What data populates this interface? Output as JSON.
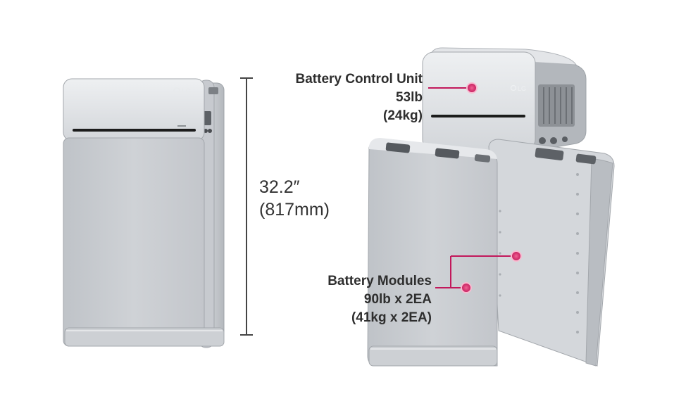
{
  "dimension": {
    "height_in": "32.2″",
    "height_mm": "(817mm)"
  },
  "battery_control_unit": {
    "name": "Battery Control Unit",
    "weight_lb": "53lb",
    "weight_kg": "(24kg)"
  },
  "battery_modules": {
    "name": "Battery Modules",
    "weight_lb": "90lb x 2EA",
    "weight_kg": "(41kg x 2EA)"
  },
  "logo": "LG",
  "colors": {
    "casing": "#c9ccd0",
    "casing_light": "#dfe1e4",
    "casing_dark": "#a9adb2",
    "slot": "#1a1a1a",
    "callout_line": "#c2185b",
    "callout_dot": "#d81b60",
    "text": "#333333"
  }
}
